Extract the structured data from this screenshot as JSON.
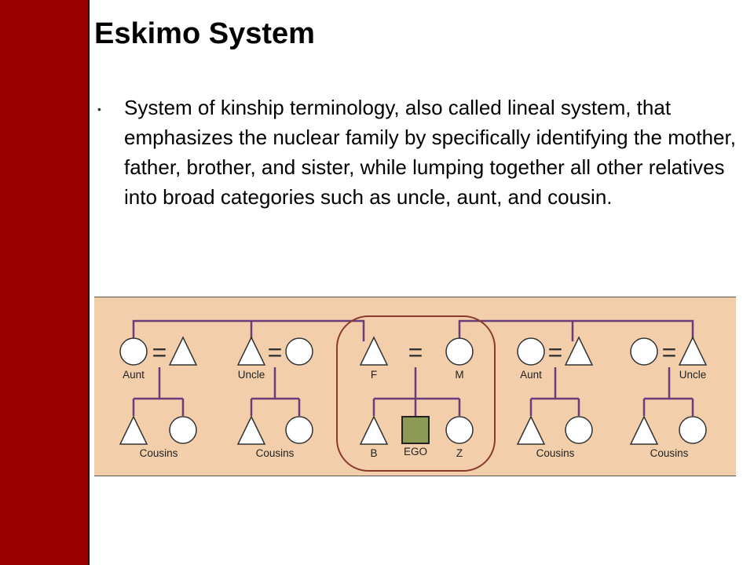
{
  "slide": {
    "title": "Eskimo System",
    "bullet_glyph": "•",
    "bullet_text": "System of kinship terminology, also called lineal system, that emphasizes the nuclear family by specifically identifying the mother, father, brother, and sister, while lumping together all other relatives into broad categories such as uncle, aunt, and cousin."
  },
  "diagram": {
    "marriage_sign": "=",
    "colors": {
      "background": "#f2cfaa",
      "line": "#6b3c7a",
      "symbol_stroke": "#333333",
      "symbol_fill": "#ffffff",
      "ego_fill": "#8c9a55",
      "highlight": "#8b3a2e",
      "side_bar": "#990000"
    },
    "labels": {
      "aunt_left": "Aunt",
      "uncle_left": "Uncle",
      "father": "F",
      "mother": "M",
      "aunt_right": "Aunt",
      "uncle_right": "Uncle",
      "cousins_1": "Cousins",
      "cousins_2": "Cousins",
      "brother": "B",
      "ego": "EGO",
      "sister": "Z",
      "cousins_3": "Cousins",
      "cousins_4": "Cousins"
    }
  }
}
